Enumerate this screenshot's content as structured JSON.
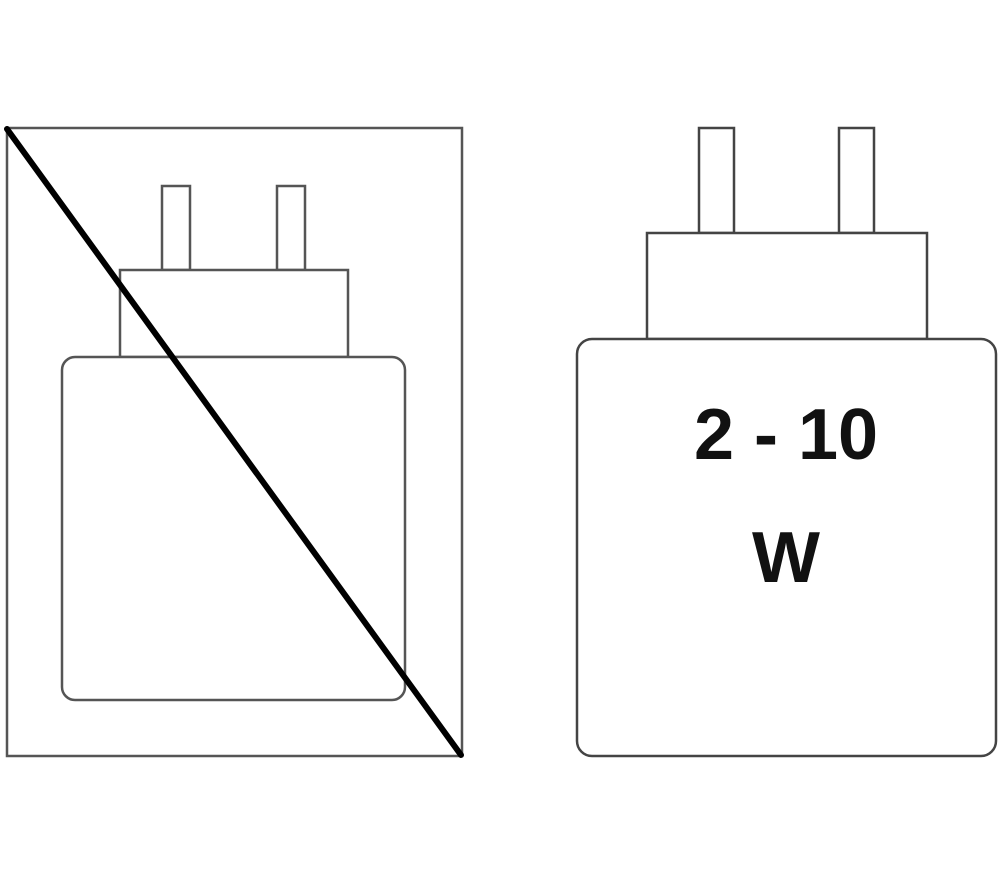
{
  "figure": {
    "not_included": {
      "meaning": "charger-not-included"
    },
    "compatible": {
      "power_range": "2 - 10",
      "unit": "W"
    }
  },
  "colors": {
    "stroke": "#555555",
    "strike": "#000000",
    "text": "#111111",
    "background": "#ffffff"
  },
  "icons": [
    "crossed-out-charger-icon",
    "charger-icon"
  ]
}
